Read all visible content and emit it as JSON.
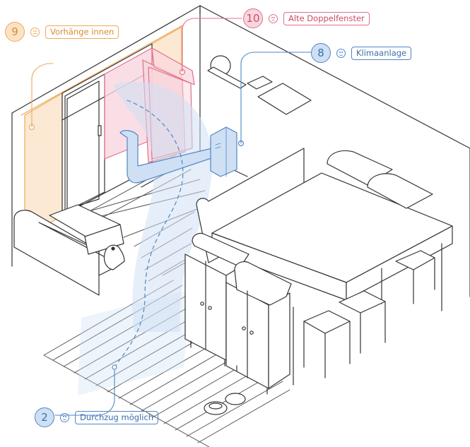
{
  "colors": {
    "line": "#333333",
    "blue": "#4f86c6",
    "blue_fill": "#cfe0f4",
    "pink": "#e0708a",
    "pink_fill": "#f8d6de",
    "orange": "#efa95a",
    "orange_fill": "#fbe2c4"
  },
  "callouts": [
    {
      "id": "curtains",
      "number": "9",
      "face": "neutral-face-icon",
      "label": "Vorhänge innen",
      "color": "orange"
    },
    {
      "id": "windows",
      "number": "10",
      "face": "sad-face-icon",
      "label": "Alte Doppelfenster",
      "color": "pink"
    },
    {
      "id": "aircon",
      "number": "8",
      "face": "happy-face-icon",
      "label": "Klimaanlage",
      "color": "blue"
    },
    {
      "id": "draft",
      "number": "2",
      "face": "happy-face-icon",
      "label": "Durchzug möglich",
      "color": "blue"
    }
  ]
}
